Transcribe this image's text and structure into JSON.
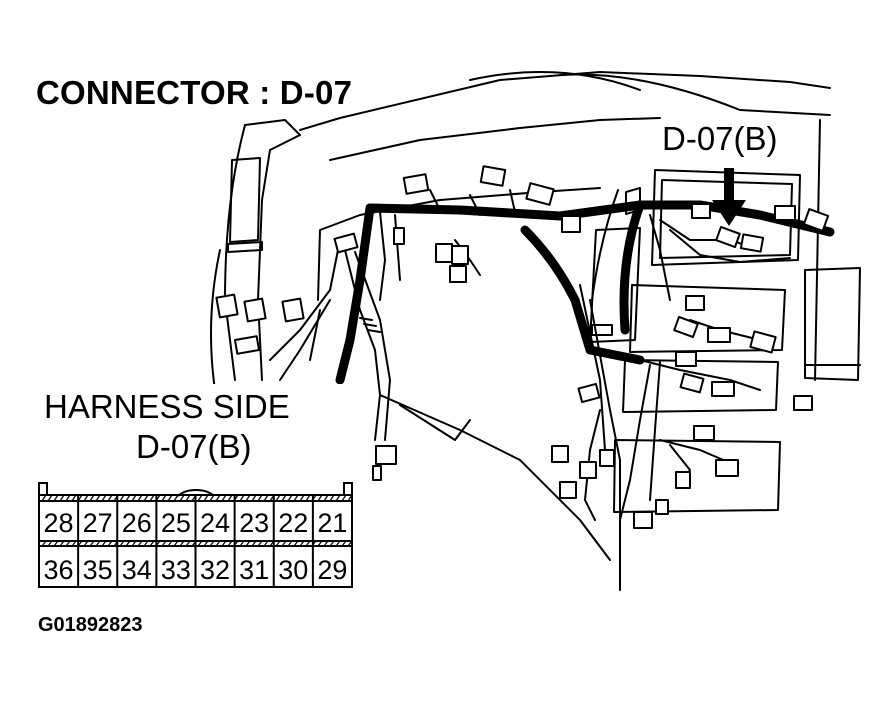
{
  "title": "CONNECTOR : D-07",
  "callout_label": "D-07(B)",
  "harness": {
    "line1": "HARNESS SIDE",
    "line2": "D-07(B)",
    "top_row": [
      "28",
      "27",
      "26",
      "25",
      "24",
      "23",
      "22",
      "21"
    ],
    "bottom_row": [
      "36",
      "35",
      "34",
      "33",
      "32",
      "31",
      "30",
      "29"
    ]
  },
  "figure_code": "G01892823",
  "colors": {
    "ink": "#000000",
    "paper": "#ffffff"
  }
}
